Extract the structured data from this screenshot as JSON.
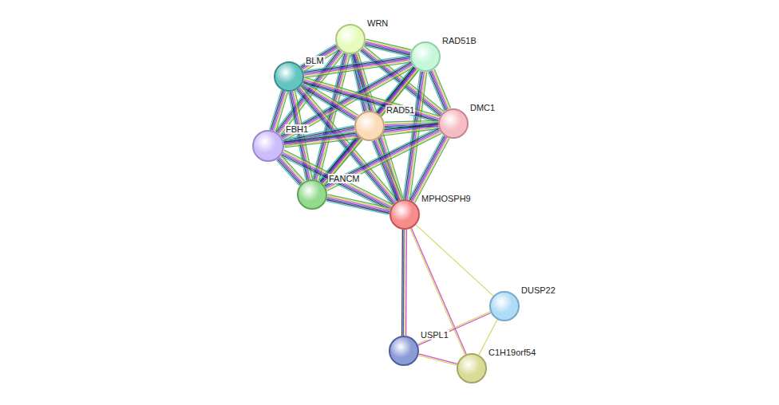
{
  "diagram": {
    "nodes": [
      {
        "text": [
          "WRN"
        ]
      },
      {
        "text": [
          "RAD51B"
        ]
      },
      {
        "text": [
          "BLM"
        ]
      },
      {
        "text": [
          "RAD51"
        ]
      },
      {
        "text": [
          "DMC1"
        ]
      },
      {
        "text": [
          "FBH1"
        ]
      },
      {
        "text": [
          "FANCM"
        ]
      },
      {
        "text": [
          "MPHOSPH9"
        ]
      },
      {
        "text": [
          "DUSP22"
        ]
      },
      {
        "text": [
          "USPL1"
        ]
      },
      {
        "text": [
          "C1H19orf54"
        ]
      }
    ],
    "edges": [
      {
        "from": 0,
        "to": 1,
        "arrow": "none"
      },
      {
        "from": 0,
        "to": 2,
        "arrow": "none"
      },
      {
        "from": 0,
        "to": 3,
        "arrow": "none"
      },
      {
        "from": 0,
        "to": 4,
        "arrow": "none"
      },
      {
        "from": 0,
        "to": 5,
        "arrow": "none"
      },
      {
        "from": 0,
        "to": 6,
        "arrow": "none"
      },
      {
        "from": 0,
        "to": 7,
        "arrow": "none"
      },
      {
        "from": 1,
        "to": 2,
        "arrow": "none"
      },
      {
        "from": 1,
        "to": 3,
        "arrow": "none"
      },
      {
        "from": 1,
        "to": 4,
        "arrow": "none"
      },
      {
        "from": 1,
        "to": 5,
        "arrow": "none"
      },
      {
        "from": 1,
        "to": 6,
        "arrow": "none"
      },
      {
        "from": 1,
        "to": 7,
        "arrow": "none"
      },
      {
        "from": 2,
        "to": 3,
        "arrow": "none"
      },
      {
        "from": 2,
        "to": 4,
        "arrow": "none"
      },
      {
        "from": 2,
        "to": 5,
        "arrow": "none"
      },
      {
        "from": 2,
        "to": 6,
        "arrow": "none"
      },
      {
        "from": 2,
        "to": 7,
        "arrow": "none"
      },
      {
        "from": 3,
        "to": 4,
        "arrow": "none"
      },
      {
        "from": 3,
        "to": 5,
        "arrow": "none"
      },
      {
        "from": 3,
        "to": 6,
        "arrow": "none"
      },
      {
        "from": 3,
        "to": 7,
        "arrow": "none"
      },
      {
        "from": 4,
        "to": 5,
        "arrow": "none"
      },
      {
        "from": 4,
        "to": 6,
        "arrow": "none"
      },
      {
        "from": 4,
        "to": 7,
        "arrow": "none"
      },
      {
        "from": 5,
        "to": 6,
        "arrow": "none"
      },
      {
        "from": 5,
        "to": 7,
        "arrow": "none"
      },
      {
        "from": 6,
        "to": 7,
        "arrow": "none"
      },
      {
        "from": 7,
        "to": 8,
        "arrow": "none"
      },
      {
        "from": 7,
        "to": 9,
        "arrow": "none"
      },
      {
        "from": 7,
        "to": 10,
        "arrow": "none"
      },
      {
        "from": 8,
        "to": 9,
        "arrow": "none"
      },
      {
        "from": 8,
        "to": 10,
        "arrow": "none"
      },
      {
        "from": 9,
        "to": 10,
        "arrow": "none"
      }
    ]
  }
}
